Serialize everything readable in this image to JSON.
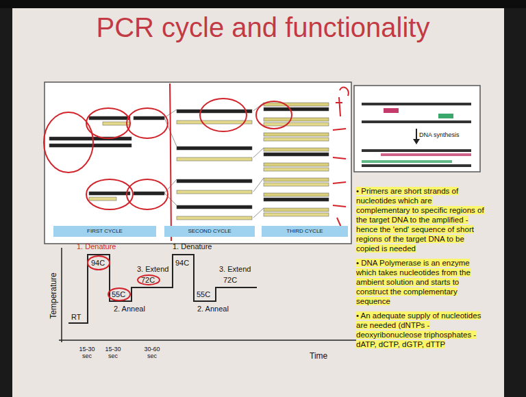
{
  "diagram": {
    "title": "PCR cycle and functionality",
    "nodes": [
      {
        "text": [
          "FIRST CYCLE"
        ]
      },
      {
        "text": [
          "SECOND CYCLE"
        ]
      },
      {
        "text": [
          "THIRD CYCLE"
        ]
      }
    ],
    "labels": [
      "1. Denature",
      "94C",
      "2. Anneal",
      "55C",
      "3. Extend",
      "72C",
      "1. Denature",
      "94C",
      "2. Anneal",
      "55C",
      "3. Extend",
      "72C",
      "RT",
      "Temperature",
      "15-30 sec",
      "15-30 sec",
      "30-60 sec",
      "Time",
      "DNA synthesis",
      "• Primers are short strands of nucleotides which are complementary to specific regions of the target DNA to the amplified - hence the 'end' sequence of short regions of the target DNA to be copied is needed",
      "• DNA Polymerase is an enzyme which takes nucleotides from the ambient solution and starts to construct the complementary sequence",
      "• An adequate supply of nucleotides are needed (dNTPs - deoxyribonucleose triphosphates - dATP, dCTP, dGTP, dTTP"
    ]
  }
}
